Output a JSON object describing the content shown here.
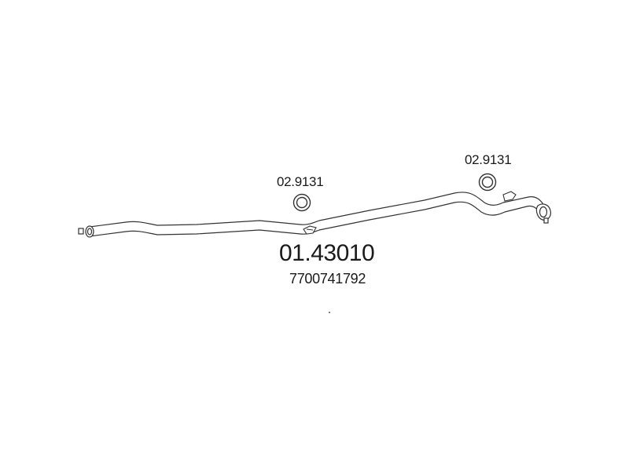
{
  "diagram": {
    "gasket_left": {
      "part_number": "02.9131"
    },
    "gasket_right": {
      "part_number": "02.9131"
    },
    "pipe": {
      "part_number": "01.43010",
      "oe_number": "7700741792"
    },
    "stroke_color": "#333333",
    "text_color": "#1a1a1a"
  }
}
